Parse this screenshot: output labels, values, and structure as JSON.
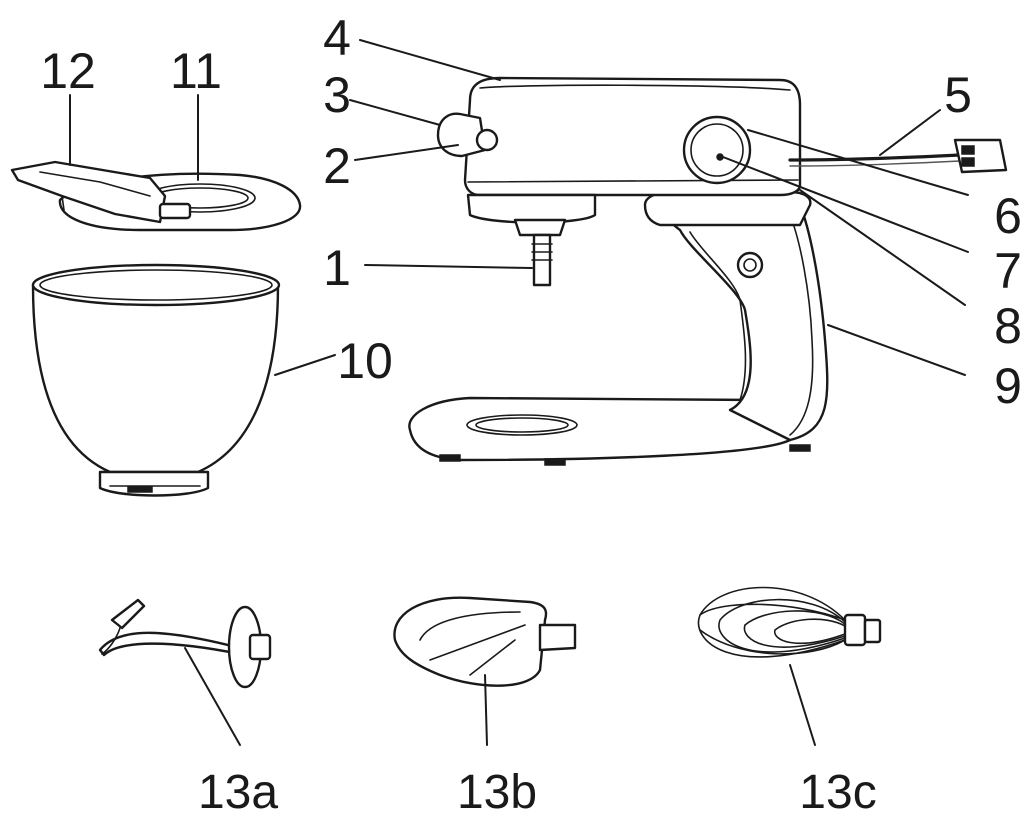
{
  "labels": {
    "l1": "1",
    "l2": "2",
    "l3": "3",
    "l4": "4",
    "l5": "5",
    "l6": "6",
    "l7": "7",
    "l8": "8",
    "l9": "9",
    "l10": "10",
    "l11": "11",
    "l12": "12",
    "l13a": "13a",
    "l13b": "13b",
    "l13c": "13c"
  },
  "colors": {
    "line": "#1a1a1a",
    "background": "#ffffff"
  }
}
